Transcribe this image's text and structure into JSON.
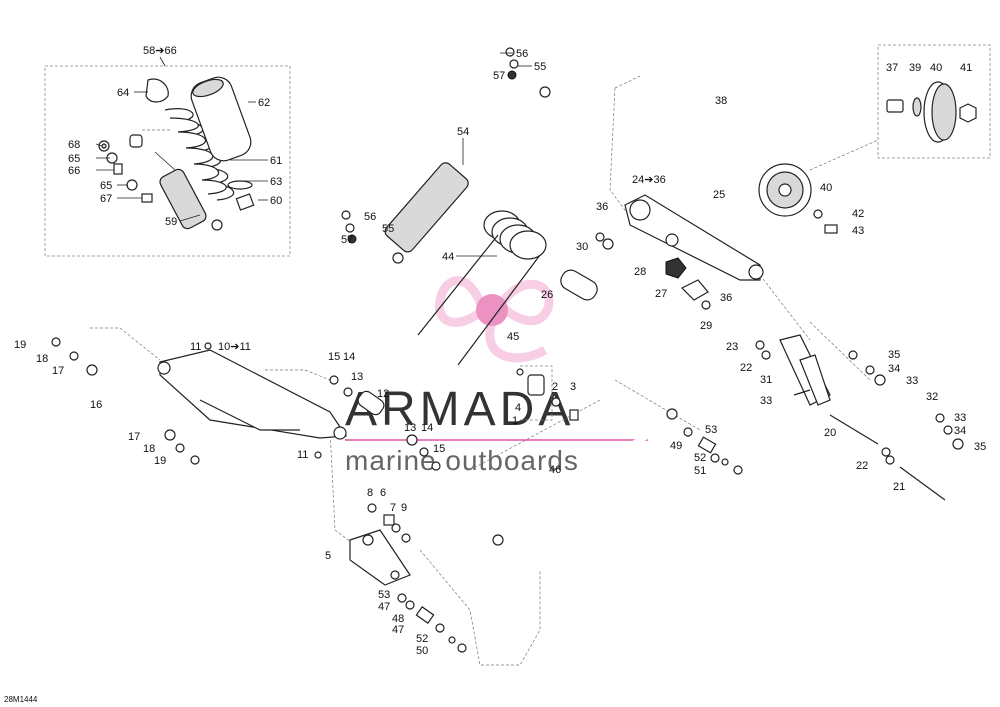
{
  "diagram": {
    "code": "28M1444",
    "watermark": {
      "brand": "ARMADA",
      "tagline": "marine outboards",
      "pink": "#e87fb8",
      "pink_light": "#f6c6df"
    },
    "callouts": [
      {
        "id": "c5866",
        "text": "58➔66"
      },
      {
        "id": "c64",
        "text": "64"
      },
      {
        "id": "c62",
        "text": "62"
      },
      {
        "id": "c68",
        "text": "68"
      },
      {
        "id": "c65a",
        "text": "65"
      },
      {
        "id": "c66",
        "text": "66"
      },
      {
        "id": "c61",
        "text": "61"
      },
      {
        "id": "c63",
        "text": "63"
      },
      {
        "id": "c65b",
        "text": "65"
      },
      {
        "id": "c60",
        "text": "60"
      },
      {
        "id": "c67",
        "text": "67"
      },
      {
        "id": "c59",
        "text": "59"
      },
      {
        "id": "c56a",
        "text": "56"
      },
      {
        "id": "c55a",
        "text": "55"
      },
      {
        "id": "c57a",
        "text": "57"
      },
      {
        "id": "c54",
        "text": "54"
      },
      {
        "id": "c56b",
        "text": "56"
      },
      {
        "id": "c55b",
        "text": "55"
      },
      {
        "id": "c57b",
        "text": "57"
      },
      {
        "id": "c44",
        "text": "44"
      },
      {
        "id": "c26",
        "text": "26"
      },
      {
        "id": "c45",
        "text": "45"
      },
      {
        "id": "c38",
        "text": "38"
      },
      {
        "id": "c2436",
        "text": "24➔36"
      },
      {
        "id": "c25",
        "text": "25"
      },
      {
        "id": "c36a",
        "text": "36"
      },
      {
        "id": "c30",
        "text": "30"
      },
      {
        "id": "c28",
        "text": "28"
      },
      {
        "id": "c27",
        "text": "27"
      },
      {
        "id": "c36b",
        "text": "36"
      },
      {
        "id": "c29",
        "text": "29"
      },
      {
        "id": "c37",
        "text": "37"
      },
      {
        "id": "c39",
        "text": "39"
      },
      {
        "id": "c40a",
        "text": "40"
      },
      {
        "id": "c41",
        "text": "41"
      },
      {
        "id": "c40b",
        "text": "40"
      },
      {
        "id": "c42",
        "text": "42"
      },
      {
        "id": "c43",
        "text": "43"
      },
      {
        "id": "c23",
        "text": "23"
      },
      {
        "id": "c22a",
        "text": "22"
      },
      {
        "id": "c31",
        "text": "31"
      },
      {
        "id": "c33a",
        "text": "33"
      },
      {
        "id": "c35a",
        "text": "35"
      },
      {
        "id": "c34a",
        "text": "34"
      },
      {
        "id": "c33b",
        "text": "33"
      },
      {
        "id": "c32",
        "text": "32"
      },
      {
        "id": "c33c",
        "text": "33"
      },
      {
        "id": "c34b",
        "text": "34"
      },
      {
        "id": "c35b",
        "text": "35"
      },
      {
        "id": "c20",
        "text": "20"
      },
      {
        "id": "c22b",
        "text": "22"
      },
      {
        "id": "c21",
        "text": "21"
      },
      {
        "id": "c19a",
        "text": "19"
      },
      {
        "id": "c18a",
        "text": "18"
      },
      {
        "id": "c17a",
        "text": "17"
      },
      {
        "id": "c16",
        "text": "16"
      },
      {
        "id": "c17b",
        "text": "17"
      },
      {
        "id": "c18b",
        "text": "18"
      },
      {
        "id": "c19b",
        "text": "19"
      },
      {
        "id": "c11a",
        "text": "11"
      },
      {
        "id": "c1011",
        "text": "10➔11"
      },
      {
        "id": "c11b",
        "text": "11"
      },
      {
        "id": "c15a",
        "text": "15"
      },
      {
        "id": "c14a",
        "text": "14"
      },
      {
        "id": "c13a",
        "text": "13"
      },
      {
        "id": "c12",
        "text": "12"
      },
      {
        "id": "c13b",
        "text": "13"
      },
      {
        "id": "c14b",
        "text": "14"
      },
      {
        "id": "c15b",
        "text": "15"
      },
      {
        "id": "c2",
        "text": "2"
      },
      {
        "id": "c3",
        "text": "3"
      },
      {
        "id": "c4",
        "text": "4"
      },
      {
        "id": "c1",
        "text": "1"
      },
      {
        "id": "c46",
        "text": "46"
      },
      {
        "id": "c53a",
        "text": "53"
      },
      {
        "id": "c49",
        "text": "49"
      },
      {
        "id": "c52a",
        "text": "52"
      },
      {
        "id": "c51",
        "text": "51"
      },
      {
        "id": "c8",
        "text": "8"
      },
      {
        "id": "c6",
        "text": "6"
      },
      {
        "id": "c7",
        "text": "7"
      },
      {
        "id": "c9",
        "text": "9"
      },
      {
        "id": "c5",
        "text": "5"
      },
      {
        "id": "c53b",
        "text": "53"
      },
      {
        "id": "c47a",
        "text": "47"
      },
      {
        "id": "c48",
        "text": "48"
      },
      {
        "id": "c47b",
        "text": "47"
      },
      {
        "id": "c52b",
        "text": "52"
      },
      {
        "id": "c50",
        "text": "50"
      }
    ]
  }
}
